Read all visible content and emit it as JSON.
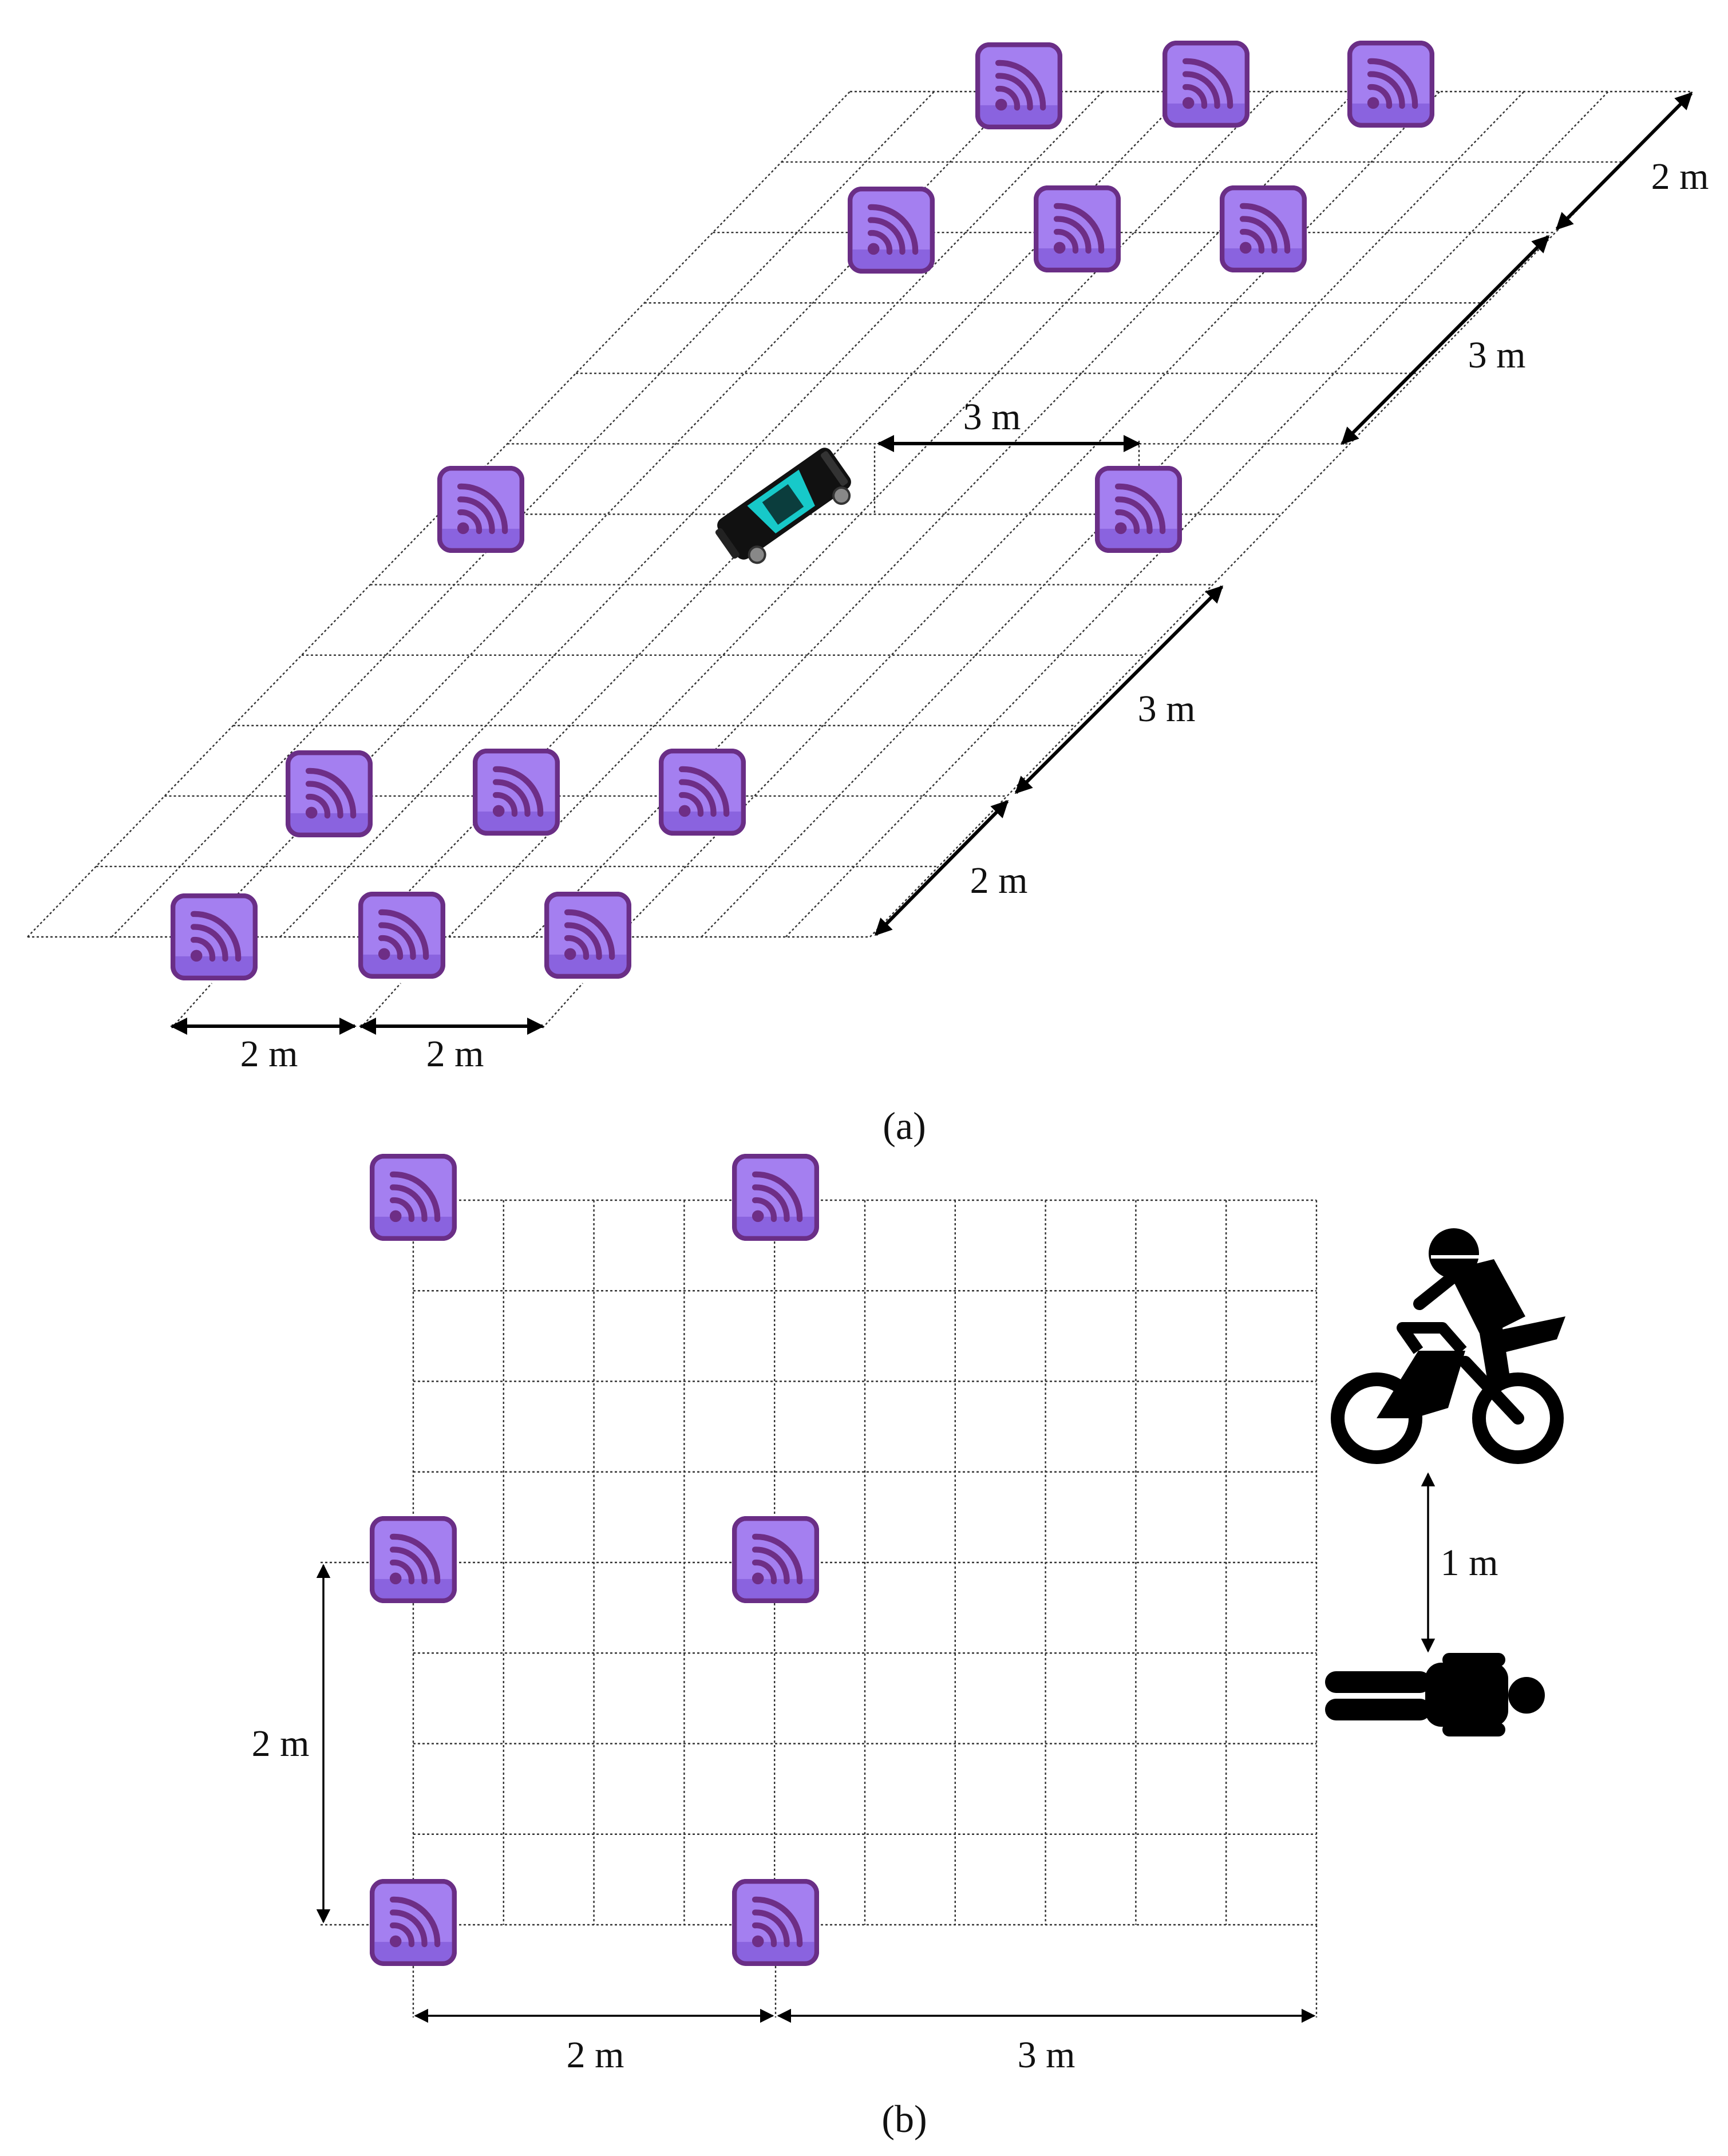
{
  "panel_a": {
    "caption": "(a)",
    "dimensions": {
      "bottom_left": "2 m",
      "bottom_right": "2 m",
      "right_lower": "2 m",
      "right_middle": "3 m",
      "car_to_node": "3 m",
      "top_right_lower": "3 m",
      "top_right_upper": "2 m"
    },
    "node_icon": "wireless-signal-icon",
    "vehicle_icon": "car-icon"
  },
  "panel_b": {
    "caption": "(b)",
    "dimensions": {
      "vertical_left": "2 m",
      "bottom_left": "2 m",
      "bottom_right": "3 m",
      "motorbike_to_person": "1 m"
    },
    "node_icon": "wireless-signal-icon",
    "target_icons": [
      "motorcycle-rider-icon",
      "lying-person-icon"
    ]
  },
  "colors": {
    "node_fill": "#a47ff0",
    "node_border": "#6a2e86",
    "node_bottom": "#8a63df",
    "signal": "#6e2e86",
    "car_body": "#111111",
    "car_glass": "#17c9c9"
  }
}
